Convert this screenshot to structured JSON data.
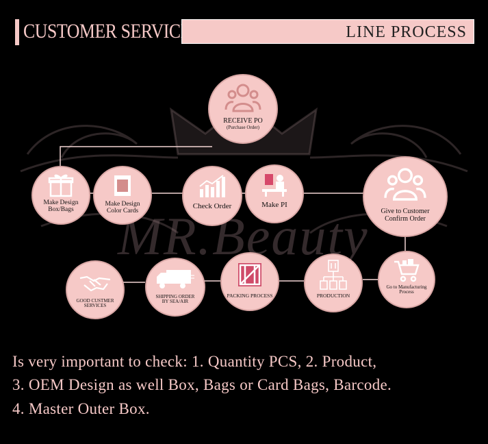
{
  "header": {
    "left_title": "CUSTOMER SERVICES",
    "right_title": "LINE PROCESS"
  },
  "watermark": {
    "text": "MR.Beauty"
  },
  "nodes": {
    "receive_po": {
      "line1": "RECEIVE PO",
      "line2": "(Purchase Order)"
    },
    "make_design_box": {
      "line1": "Make Design",
      "line2": "Box/Bags"
    },
    "make_design_color": {
      "line1": "Make Design",
      "line2": "Color Cards"
    },
    "check_order": {
      "line1": "Check Order"
    },
    "make_pi": {
      "line1": "Make PI"
    },
    "give_customer": {
      "line1": "Give to Customer",
      "line2": "Confirm Order"
    },
    "manufacturing": {
      "line1": "Go to Manufacturing",
      "line2": "Process"
    },
    "production": {
      "line1": "PRODUCTION"
    },
    "packing": {
      "line1": "PACKING PROCESS"
    },
    "shipping": {
      "line1": "SHIPPING ORDER",
      "line2": "BY SEA/AIR"
    },
    "good_service": {
      "line1": "GOOD CUSTMER",
      "line2": "SERVICES"
    }
  },
  "note": {
    "line1": "Is very important to check: 1. Quantity PCS, 2. Product,",
    "line2": "3. OEM Design as well Box, Bags or Card Bags, Barcode.",
    "line3": "4. Master Outer Box."
  },
  "colors": {
    "accent": "#f6c9c7",
    "background": "#000000",
    "connector": "#f3d6d4"
  },
  "icons": [
    "user-group-icon",
    "gift-box-icon",
    "color-card-icon",
    "growth-chart-icon",
    "desk-worker-icon",
    "shopping-cart-icon",
    "factory-building-icon",
    "crate-icon",
    "delivery-truck-icon",
    "handshake-icon"
  ]
}
